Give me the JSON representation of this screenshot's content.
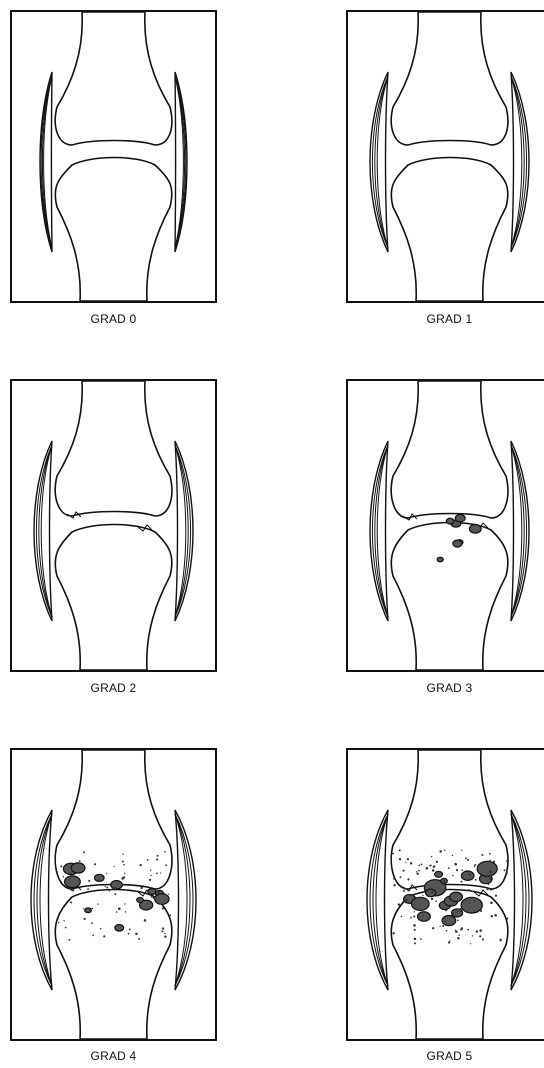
{
  "panels": [
    {
      "label": "GRAD 0",
      "grade": 0
    },
    {
      "label": "GRAD 1",
      "grade": 1
    },
    {
      "label": "GRAD 2",
      "grade": 2
    },
    {
      "label": "GRAD 3",
      "grade": 3
    },
    {
      "label": "GRAD 4",
      "grade": 4
    },
    {
      "label": "GRAD 5",
      "grade": 5
    }
  ]
}
